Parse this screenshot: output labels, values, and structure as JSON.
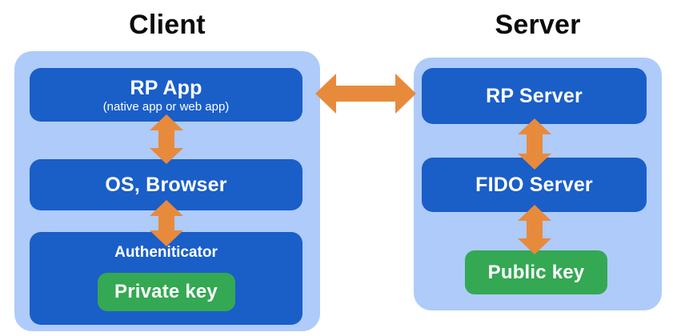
{
  "diagram": {
    "client": {
      "title": "Client",
      "rp_app": {
        "label": "RP App",
        "sublabel": "(native app or web app)"
      },
      "os_browser": {
        "label": "OS, Browser"
      },
      "authenticator": {
        "label": "Autheniticator",
        "private_key_label": "Private key"
      }
    },
    "server": {
      "title": "Server",
      "rp_server": {
        "label": "RP Server"
      },
      "fido_server": {
        "label": "FIDO Server"
      },
      "public_key": {
        "label": "Public key"
      }
    },
    "connections": [
      {
        "from": "RP App",
        "to": "RP Server",
        "type": "bidirectional-horizontal"
      },
      {
        "from": "RP App",
        "to": "OS, Browser",
        "type": "bidirectional-vertical"
      },
      {
        "from": "OS, Browser",
        "to": "Autheniticator",
        "type": "bidirectional-vertical"
      },
      {
        "from": "RP Server",
        "to": "FIDO Server",
        "type": "bidirectional-vertical"
      },
      {
        "from": "FIDO Server",
        "to": "Public key",
        "type": "bidirectional-vertical"
      }
    ]
  },
  "colors": {
    "panel": "#AECBFA",
    "box": "#1A5EC8",
    "key": "#34A853",
    "arrow": "#E88A3C",
    "title_text": "#0B0B0B",
    "box_text": "#FFFFFF"
  }
}
